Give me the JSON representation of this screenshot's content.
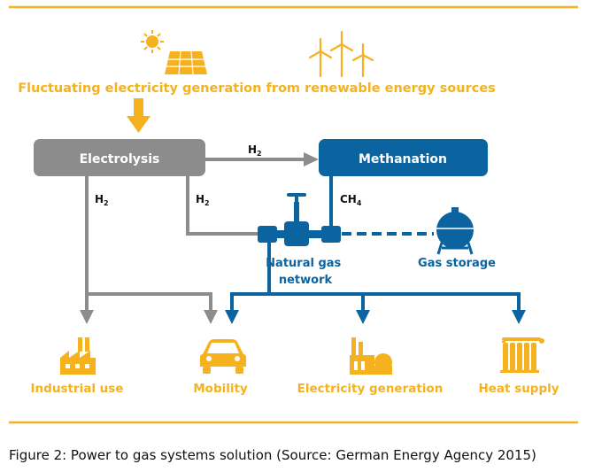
{
  "header": {
    "renewable_text": "Fluctuating electricity generation from renewable energy sources"
  },
  "processes": {
    "electrolysis": "Electrolysis",
    "methanation": "Methanation"
  },
  "flows": {
    "h2_top": {
      "base": "H",
      "sub": "2"
    },
    "h2_left": {
      "base": "H",
      "sub": "2"
    },
    "h2_mid": {
      "base": "H",
      "sub": "2"
    },
    "ch4": {
      "base": "CH",
      "sub": "4"
    }
  },
  "network": {
    "label_line1": "Natural gas",
    "label_line2": "network",
    "storage_label": "Gas storage"
  },
  "uses": [
    {
      "label": "Industrial use",
      "icon": "factory-icon"
    },
    {
      "label": "Mobility",
      "icon": "car-icon"
    },
    {
      "label": "Electricity generation",
      "icon": "power-plant-icon"
    },
    {
      "label": "Heat supply",
      "icon": "radiator-icon"
    }
  ],
  "caption": "Figure 2: Power to gas systems solution (Source: German Energy Agency 2015)",
  "colors": {
    "accent": "#f5b21e",
    "gray": "#8c8c8c",
    "blue": "#0b64a0"
  }
}
